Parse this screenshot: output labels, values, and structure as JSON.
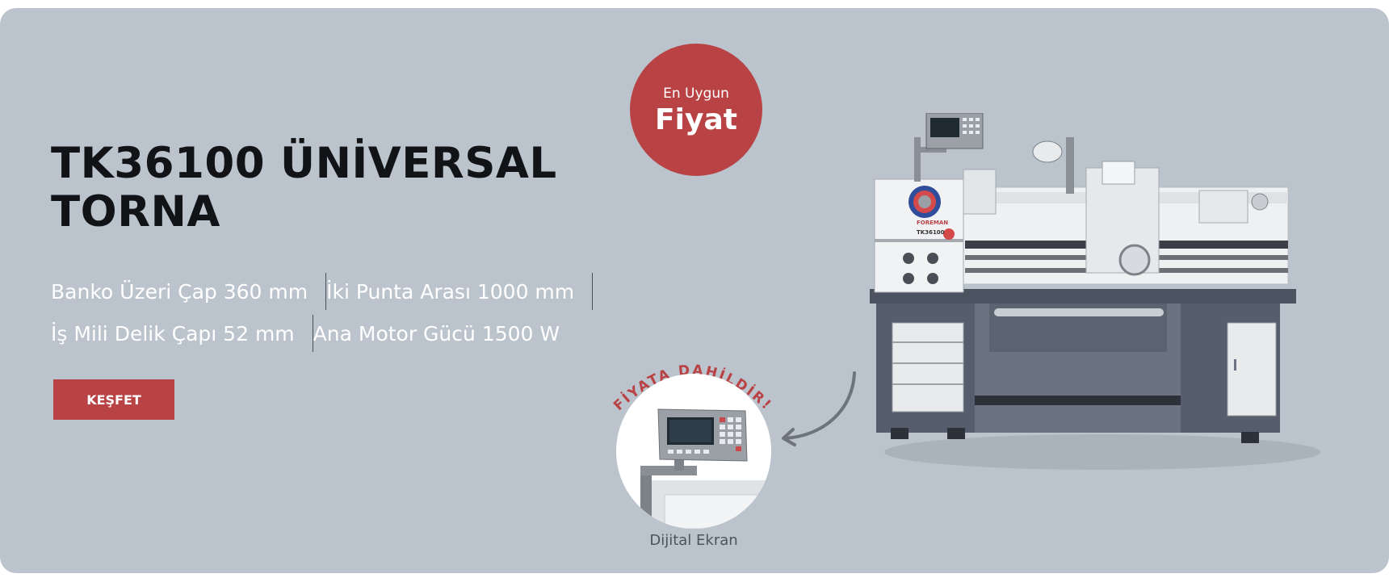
{
  "hero": {
    "title_line1": "TK36100 ÜNİVERSAL",
    "title_line2": "TORNA",
    "specs": [
      [
        "Banko Üzeri Çap 360 mm",
        "İki Punta Arası 1000 mm"
      ],
      [
        "İş Mili Delik Çapı 52 mm",
        "Ana Motor Gücü 1500 W"
      ]
    ],
    "cta_label": "KEŞFET"
  },
  "price_badge": {
    "small": "En Uygun",
    "big": "Fiyat"
  },
  "included": {
    "arc_text": "FİYATA DAHİLDİR!",
    "caption": "Dijital Ekran"
  },
  "machine_brand": "FOREMAN",
  "machine_model": "TK36100",
  "colors": {
    "background": "#bbc3cc",
    "accent": "#b94245",
    "title": "#111316",
    "text_light": "#ffffff"
  }
}
